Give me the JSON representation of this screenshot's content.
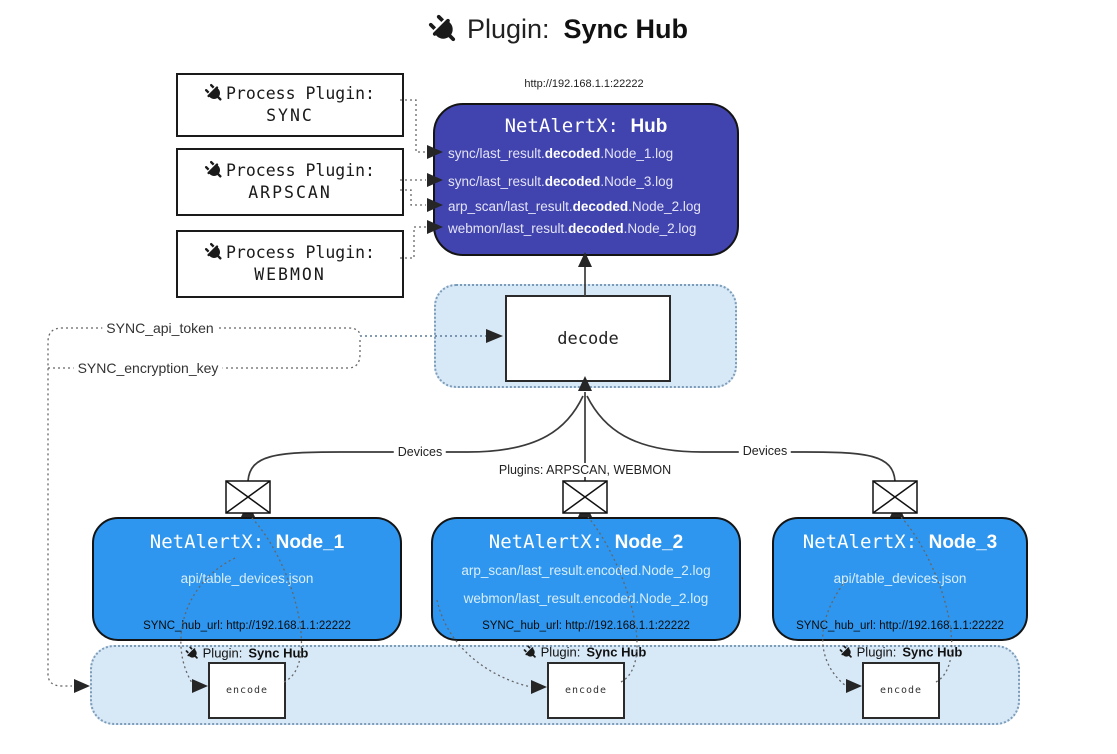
{
  "title": {
    "icon": "plug-icon",
    "prefix": "Plugin:",
    "name": "Sync Hub"
  },
  "process_plugins": [
    {
      "icon": "plug-icon",
      "label": "Process Plugin:",
      "name": "SYNC"
    },
    {
      "icon": "plug-icon",
      "label": "Process Plugin:",
      "name": "ARPSCAN"
    },
    {
      "icon": "plug-icon",
      "label": "Process Plugin:",
      "name": "WEBMON"
    }
  ],
  "hub": {
    "url": "http://192.168.1.1:22222",
    "title_prefix": "NetAlertX:",
    "title_name": "Hub",
    "logs": [
      {
        "pre": "sync/last_result.",
        "bold": "decoded",
        "post": ".Node_1.log"
      },
      {
        "pre": "sync/last_result.",
        "bold": "decoded",
        "post": ".Node_3.log"
      },
      {
        "pre": "arp_scan/last_result.",
        "bold": "decoded",
        "post": ".Node_2.log"
      },
      {
        "pre": "webmon/last_result.",
        "bold": "decoded",
        "post": ".Node_2.log"
      }
    ]
  },
  "decode_box": {
    "label": "decode"
  },
  "secrets": {
    "api_token": "SYNC_api_token",
    "encryption_key": "SYNC_encryption_key"
  },
  "edge_labels": {
    "devices_left": "Devices",
    "plugins_mid": "Plugins: ARPSCAN, WEBMON",
    "devices_right": "Devices"
  },
  "nodes": [
    {
      "title_prefix": "NetAlertX:",
      "title_name": "Node_1",
      "files": [
        "api/table_devices.json"
      ],
      "hub_url": "SYNC_hub_url: http://192.168.1.1:22222"
    },
    {
      "title_prefix": "NetAlertX:",
      "title_name": "Node_2",
      "files": [
        "arp_scan/last_result.encoded.Node_2.log",
        "webmon/last_result.encoded.Node_2.log"
      ],
      "hub_url": "SYNC_hub_url: http://192.168.1.1:22222"
    },
    {
      "title_prefix": "NetAlertX:",
      "title_name": "Node_3",
      "files": [
        "api/table_devices.json"
      ],
      "hub_url": "SYNC_hub_url: http://192.168.1.1:22222"
    }
  ],
  "encoders": [
    {
      "icon": "plug-icon",
      "plugin_prefix": "Plugin:",
      "plugin_name": "Sync Hub",
      "box_label": "encode"
    },
    {
      "icon": "plug-icon",
      "plugin_prefix": "Plugin:",
      "plugin_name": "Sync Hub",
      "box_label": "encode"
    },
    {
      "icon": "plug-icon",
      "plugin_prefix": "Plugin:",
      "plugin_name": "Sync Hub",
      "box_label": "encode"
    }
  ],
  "icons": {
    "plug": "plug-icon",
    "envelope": "envelope-icon"
  },
  "colors": {
    "hub-fill": "#4144af",
    "node-fill": "#2e96ef",
    "panel-fill": "#d7e8f7",
    "panel-border": "#7d9cb8",
    "hub-text": "#e3e3f5",
    "node-text": "#d8eefb",
    "line": "#3a3a3a",
    "dot": "#666666"
  }
}
